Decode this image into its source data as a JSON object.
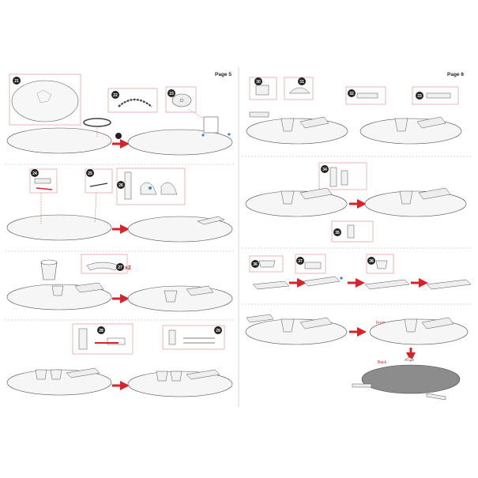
{
  "left_page": {
    "label": "Page 5",
    "steps": [
      "21",
      "22",
      "23",
      "24",
      "25",
      "26",
      "27",
      "28",
      "29"
    ],
    "multiplier": "x2"
  },
  "right_page": {
    "label": "Page 6",
    "steps": [
      "30",
      "31",
      "32",
      "33",
      "34",
      "35",
      "36",
      "37",
      "38"
    ],
    "front_label": "Front",
    "back_label": "Back"
  },
  "colors": {
    "frame": "#e6a5a5",
    "arrow": "#d9232a",
    "badge": "#222222",
    "blue_dot": "#2a8cd6",
    "yellow_dot": "#f0c020",
    "gray_plate": "#8c8c8c"
  }
}
